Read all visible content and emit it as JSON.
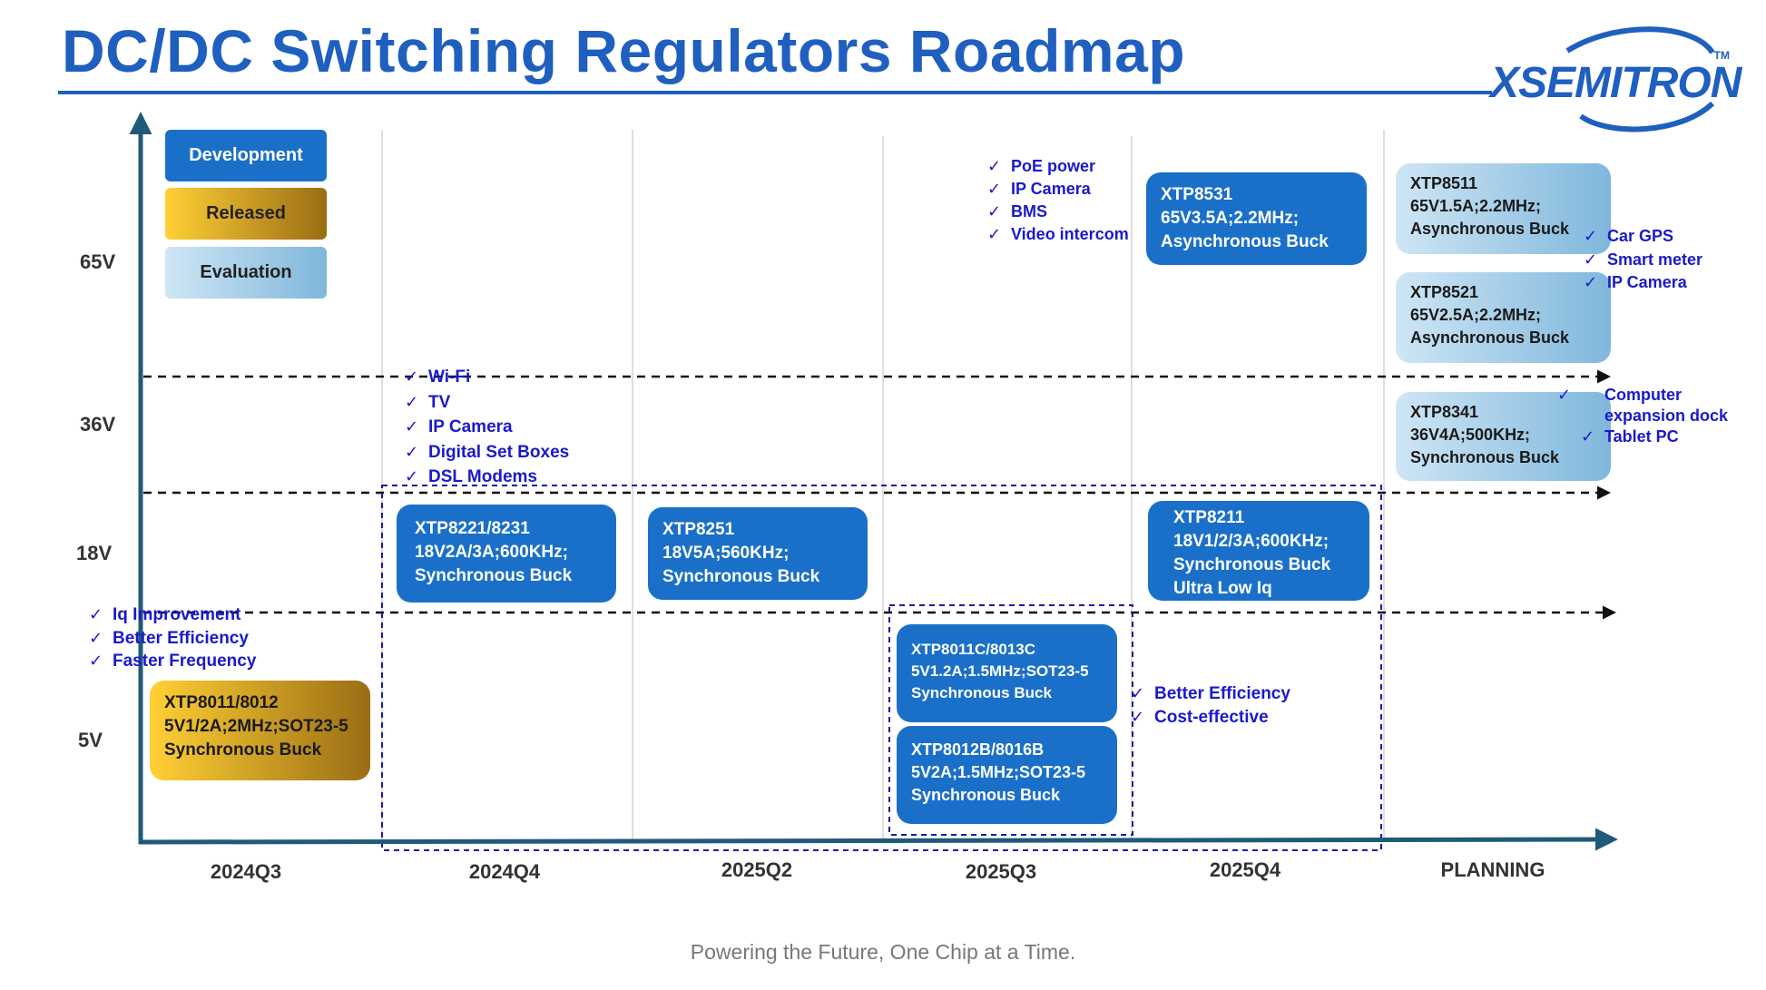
{
  "title": "DC/DC Switching Regulators Roadmap",
  "logo": {
    "text": "XSEMITRON",
    "tm": "TM"
  },
  "legend": {
    "development": "Development",
    "released": "Released",
    "evaluation": "Evaluation"
  },
  "y_labels": [
    "65V",
    "36V",
    "18V",
    "5V"
  ],
  "x_labels": [
    "2024Q3",
    "2024Q4",
    "2025Q2",
    "2025Q3",
    "2025Q4",
    "PLANNING"
  ],
  "products": {
    "xtp8011_8012": [
      "XTP8011/8012",
      "5V1/2A;2MHz;SOT23-5",
      "Synchronous Buck"
    ],
    "xtp8221_8231": [
      "XTP8221/8231",
      "18V2A/3A;600KHz;",
      "Synchronous Buck"
    ],
    "xtp8251": [
      "XTP8251",
      "18V5A;560KHz;",
      "Synchronous Buck"
    ],
    "xtp8011c_8013c": [
      "XTP8011C/8013C",
      "5V1.2A;1.5MHz;SOT23-5",
      "Synchronous Buck"
    ],
    "xtp8012b_8016b": [
      "XTP8012B/8016B",
      "5V2A;1.5MHz;SOT23-5",
      "Synchronous Buck"
    ],
    "xtp8531": [
      "XTP8531",
      "65V3.5A;2.2MHz;",
      "Asynchronous Buck"
    ],
    "xtp8211": [
      "XTP8211",
      "18V1/2/3A;600KHz;",
      "Synchronous Buck",
      "Ultra Low Iq"
    ],
    "xtp8511": [
      "XTP8511",
      "65V1.5A;2.2MHz;",
      "Asynchronous Buck"
    ],
    "xtp8521": [
      "XTP8521",
      "65V2.5A;2.2MHz;",
      "Asynchronous Buck"
    ],
    "xtp8341": [
      "XTP8341",
      "36V4A;500KHz;",
      "Synchronous Buck"
    ]
  },
  "checklists": {
    "q3_features": [
      "Iq Improvement",
      "Better Efficiency",
      "Faster Frequency"
    ],
    "q4_apps": [
      "Wi-Fi",
      "TV",
      "IP Camera",
      "Digital Set Boxes",
      "DSL Modems"
    ],
    "q3_2025_apps": [
      "PoE power",
      "IP Camera",
      "BMS",
      "Video intercom"
    ],
    "q3_2025_features": [
      "Better Efficiency",
      "Cost-effective"
    ],
    "plan_65v_apps": [
      "Car GPS",
      "Smart meter",
      "IP Camera"
    ],
    "plan_36v_apps": [
      "Computer expansion dock",
      "Tablet PC"
    ]
  },
  "tagline": "Powering the Future, One Chip at a Time.",
  "colors": {
    "title": "#1f5fbf",
    "axis": "#1f5a7a",
    "development": "#1a70c8",
    "released": "#d9a520",
    "evaluation": "#9ccbe8",
    "checks": "#1a1acc"
  }
}
